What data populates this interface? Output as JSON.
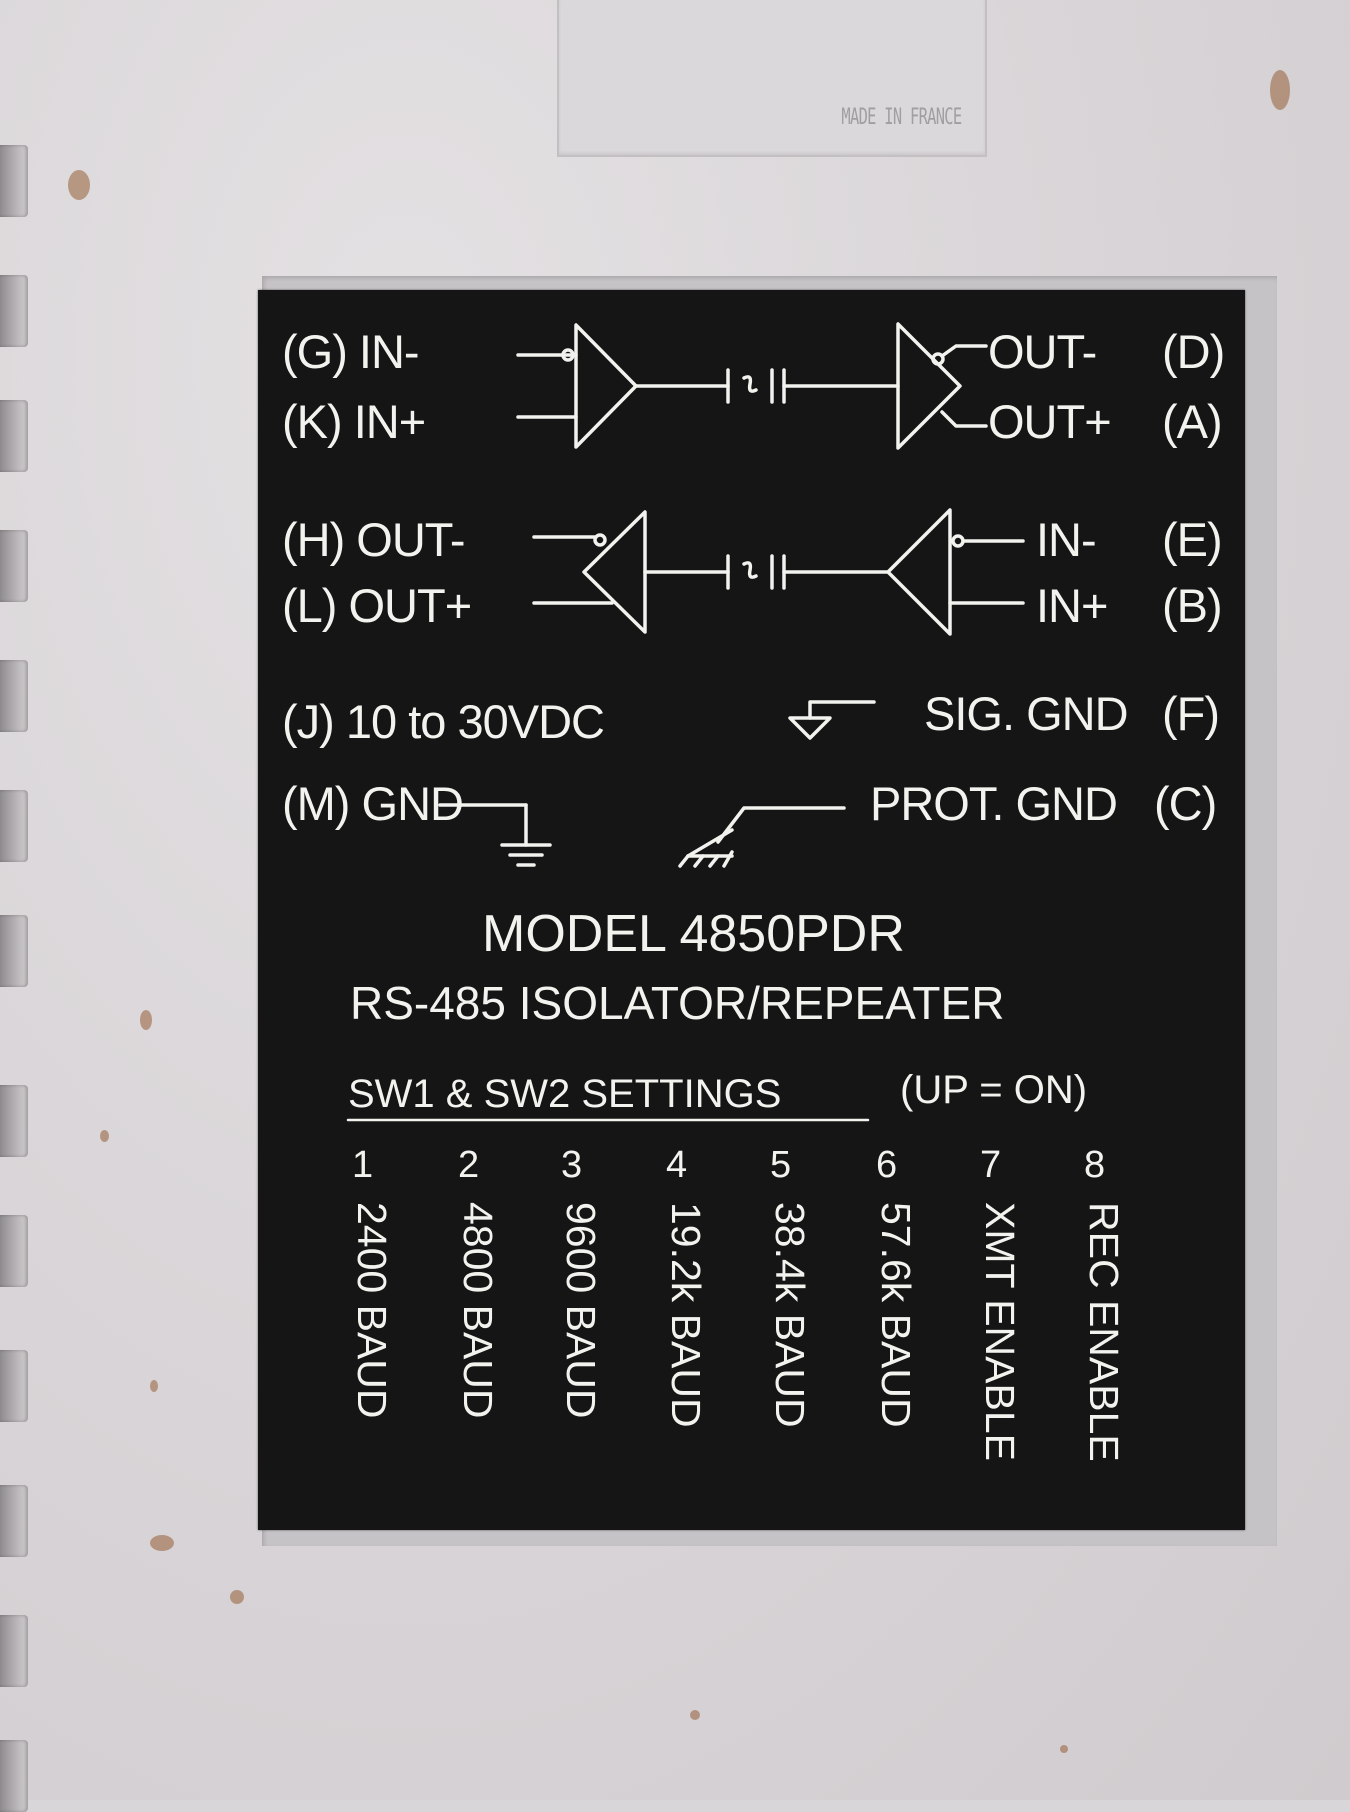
{
  "housing": {
    "made_in": "MADE IN FRANCE"
  },
  "label": {
    "top_left": [
      "(G) IN-",
      "(K) IN+"
    ],
    "top_right": [
      "OUT-",
      "OUT+"
    ],
    "top_right_pins": [
      "(D)",
      "(A)"
    ],
    "mid_left": [
      "(H) OUT-",
      "(L) OUT+"
    ],
    "mid_right": [
      "IN-",
      "IN+"
    ],
    "mid_right_pins": [
      "(E)",
      "(B)"
    ],
    "power": "(J) 10 to 30VDC",
    "gnd": "(M) GND",
    "sig_gnd": "SIG. GND",
    "sig_gnd_pin": "(F)",
    "prot_gnd": "PROT. GND",
    "prot_gnd_pin": "(C)",
    "model": "MODEL 4850PDR",
    "subtitle": "RS-485 ISOLATOR/REPEATER",
    "settings_title": "SW1 & SW2 SETTINGS",
    "settings_note": "(UP = ON)",
    "switches": [
      {
        "num": "1",
        "label": "2400 BAUD"
      },
      {
        "num": "2",
        "label": "4800 BAUD"
      },
      {
        "num": "3",
        "label": "9600 BAUD"
      },
      {
        "num": "4",
        "label": "19.2k BAUD"
      },
      {
        "num": "5",
        "label": "38.4k BAUD"
      },
      {
        "num": "6",
        "label": "57.6k BAUD"
      },
      {
        "num": "7",
        "label": "XMT ENABLE"
      },
      {
        "num": "8",
        "label": "REC ENABLE"
      }
    ]
  },
  "colors": {
    "housing": "#d9d6d9",
    "label_bg": "#151515",
    "label_text": "#f2f2ee"
  }
}
